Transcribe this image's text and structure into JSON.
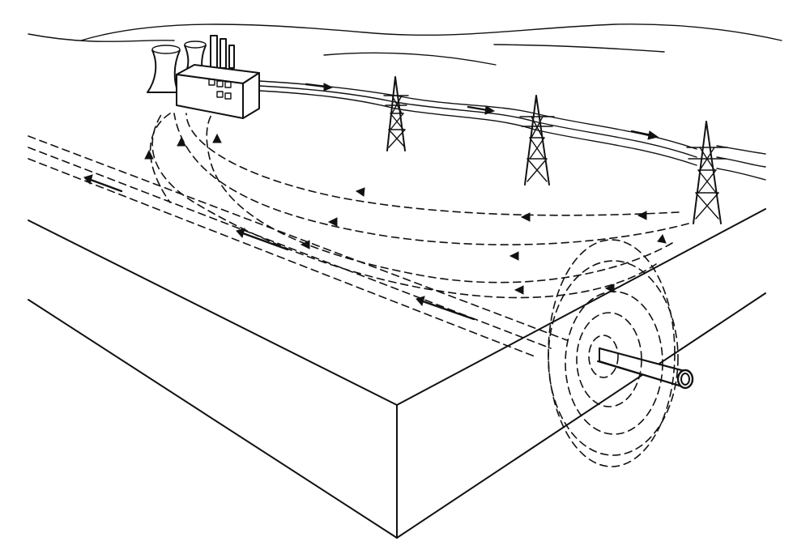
{
  "diagram": {
    "elements": [
      "power-plant",
      "cooling-towers",
      "transmission-towers",
      "power-lines",
      "earth-block",
      "buried-pipeline",
      "stray-current-paths",
      "field-rings"
    ],
    "colors": {
      "ink": "#111111",
      "background": "#ffffff"
    }
  }
}
